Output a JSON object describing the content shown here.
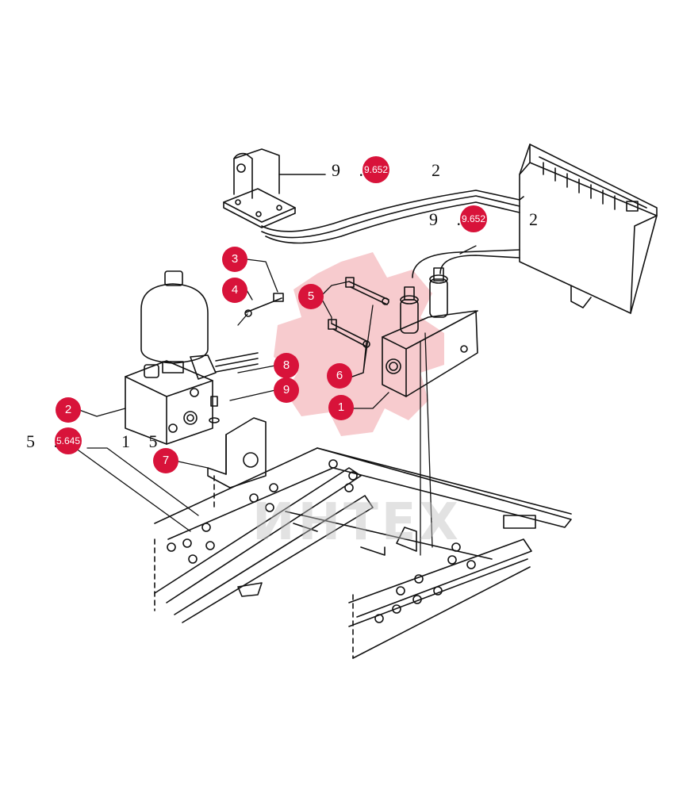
{
  "diagram": {
    "callouts": [
      "1",
      "2",
      "3",
      "4",
      "5",
      "6",
      "7",
      "8",
      "9"
    ],
    "refs": {
      "top_ref": {
        "prefix": "9 .",
        "badge": "9.652",
        "suffix": "2"
      },
      "mid_ref": {
        "prefix": "9 .",
        "badge": "9.652",
        "suffix": "2"
      },
      "left_ref": {
        "prefix": "5 .",
        "badge": "5.645",
        "suffix": "1 5"
      }
    },
    "watermark": {
      "text": "ИНТЕХ"
    },
    "colors": {
      "callout": "#d8133a",
      "line": "#111111",
      "watermark": "#f2b3b8"
    }
  }
}
